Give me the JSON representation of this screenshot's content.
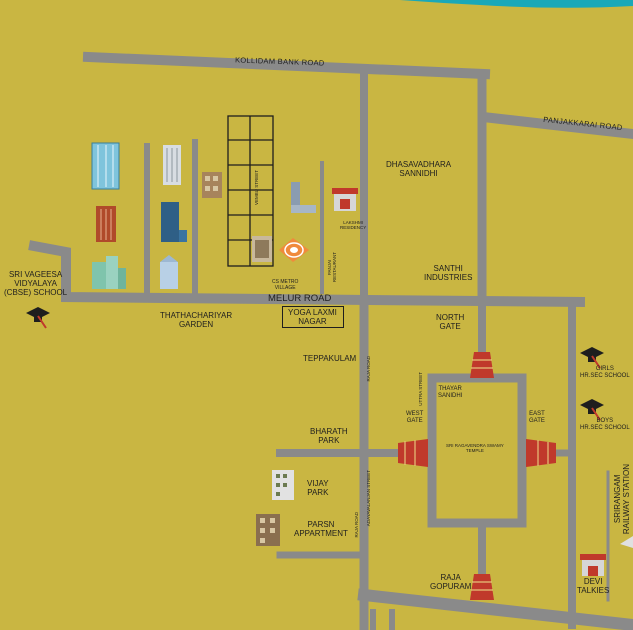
{
  "map": {
    "roads": {
      "kollidam_bank_road": "KOLLIDAM BANK ROAD",
      "panjakkarai_road": "PANJAKKARAI ROAD",
      "melur_road": "MELUR ROAD",
      "south_road": "SOUTH ROAD",
      "raja_road": "RAJA ROAD",
      "adayavalanjan_street": "ADAYAVALANJAN STREET",
      "uttra_street": "UTTRA STREET",
      "vembu_street": "VEMBU STREET"
    },
    "places": {
      "dhasavadhara": "DHASAVADHARA\nSANNIDHI",
      "santhi": "SANTHI\nINDUSTRIES",
      "north_gate": "NORTH\nGATE",
      "thathachariyar": "THATHACHARIYAR\nGARDEN",
      "yoga_laxmi": "YOGA LAXMI\nNAGAR",
      "teppakulam": "TEPPAKULAM",
      "bharath_park": "BHARATH\nPARK",
      "vijay_park": "VIJAY\nPARK",
      "parsn": "PARSN\nAPPARTMENT",
      "raja_gopuram": "RAJA\nGOPURAM",
      "devi_talkies": "DEVI\nTALKIES",
      "sri_vageesa": "SRI VAGEESA\nVIDYALAYA\n(CBSE) SCHOOL",
      "girls_school": "GIRLS\nHR.SEC SCHOOL",
      "boys_school": "BOYS\nHR.SEC SCHOOL",
      "srirangam_station": "SRIRANGAM\nRAILWAY STATION",
      "thayar_sanidhi": "THAYAR\nSANIDHI",
      "west_gate": "WEST\nGATE",
      "east_gate": "EAST\nGATE",
      "temple": "SRI RAGAVENDRA SWAMY\nTEMPLE",
      "cs_metro": "CS METRO\nVILLAGE",
      "panjai_restaurant": "PANJAI\nRESTAURANT",
      "lakshmi_residency": "LAKSHMI\nRESIDENCY"
    },
    "colors": {
      "background": "#c9b642",
      "road": "#8a8a8a",
      "water": "#1aa8b8",
      "target": "#f08a3c",
      "temple_tower": "#c0392b"
    }
  }
}
